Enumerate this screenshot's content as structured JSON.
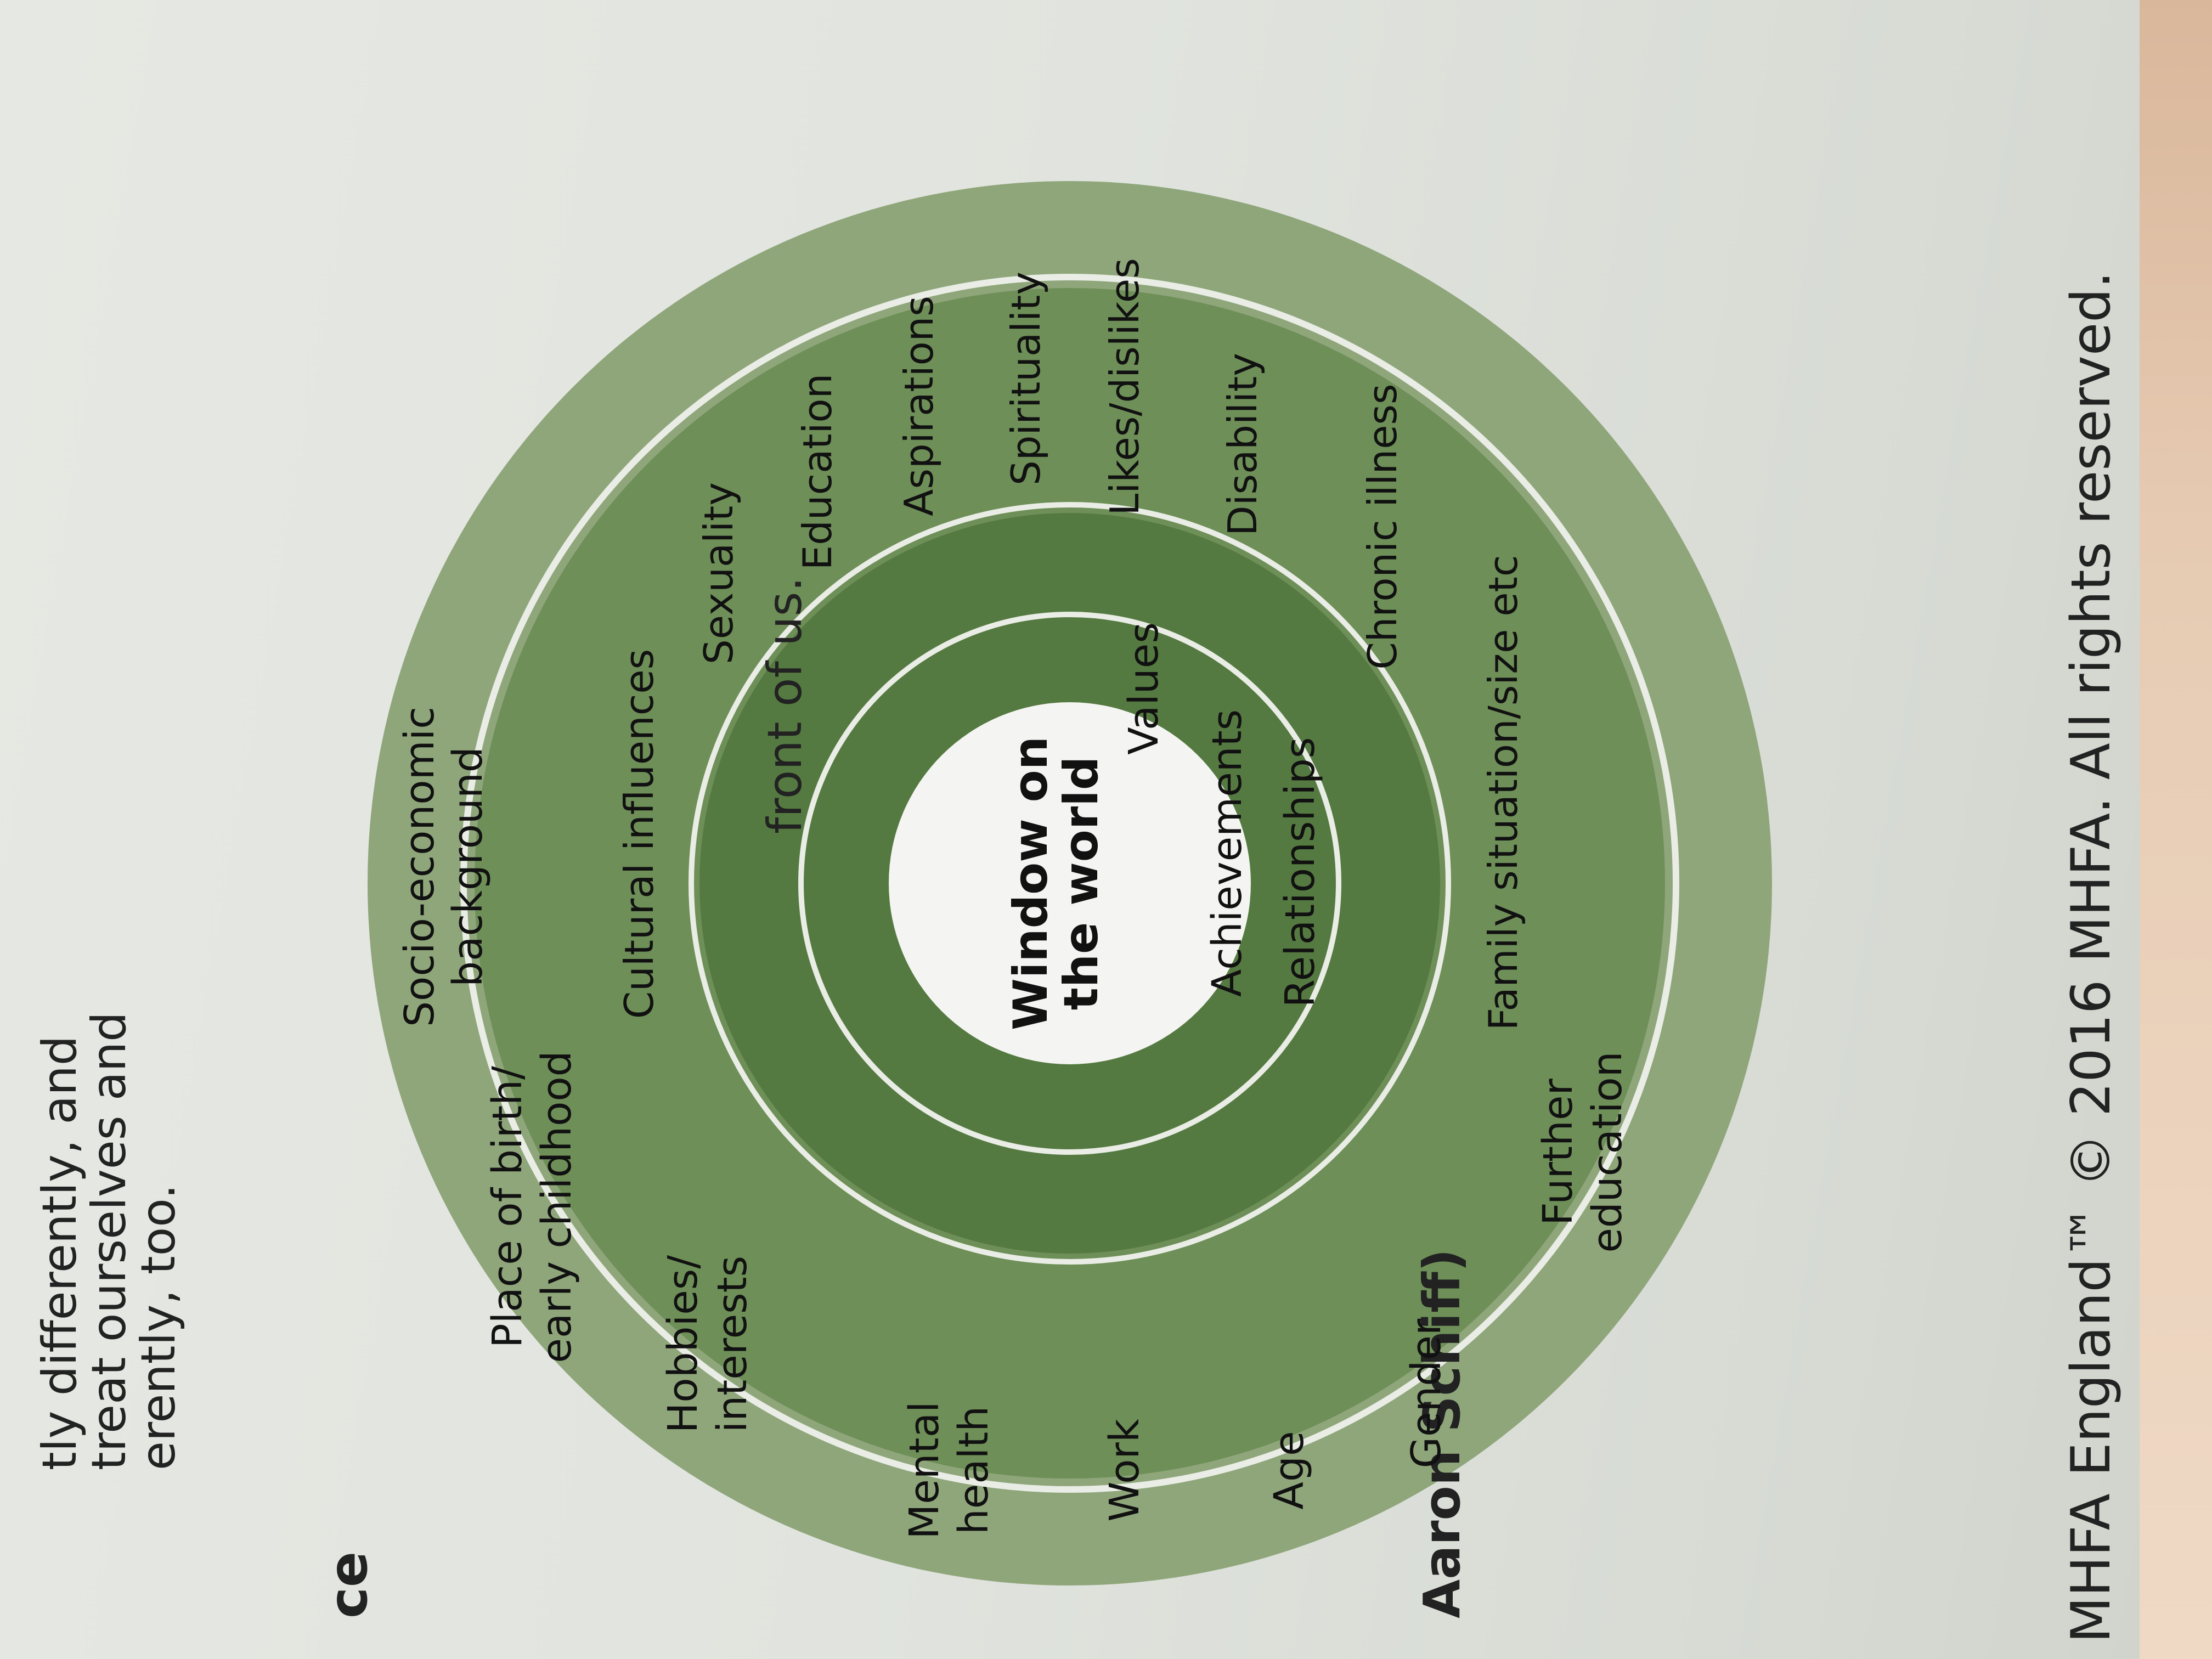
{
  "page": {
    "intro_lines": [
      "tly differently, and",
      "treat ourselves and",
      "erently, too."
    ],
    "right_fragment": "front of us.",
    "section_heading_fragment": "ce",
    "credit": "Aaron Schiff)",
    "copyright": "MHFA England™ © 2016 MHFA. All rights reserved."
  },
  "diagram": {
    "center": [
      "Window on",
      "the world"
    ],
    "inner_ring": [
      "Values",
      "Achievements",
      "Relationships"
    ],
    "middle_ring": [
      "Cultural influences",
      "Sexuality",
      "Education",
      "Aspirations",
      "Spirituality",
      "Likes/dislikes",
      "Disability",
      "Chronic illness",
      "Family situation/size etc"
    ],
    "outer_ring": [
      [
        "Socio-economic",
        "background"
      ],
      [
        "Place of birth/",
        "early childhood"
      ],
      [
        "Hobbies/",
        "interests"
      ],
      [
        "Mental",
        "health"
      ],
      [
        "Work"
      ],
      [
        "Age"
      ],
      [
        "Gender"
      ],
      [
        "Further",
        "education"
      ]
    ],
    "colors": {
      "outer": "#8fa67b",
      "middle": "#6e8f58",
      "inner": "#557a41",
      "separator": "#e9ede5",
      "center": "#f4f5f2"
    }
  }
}
